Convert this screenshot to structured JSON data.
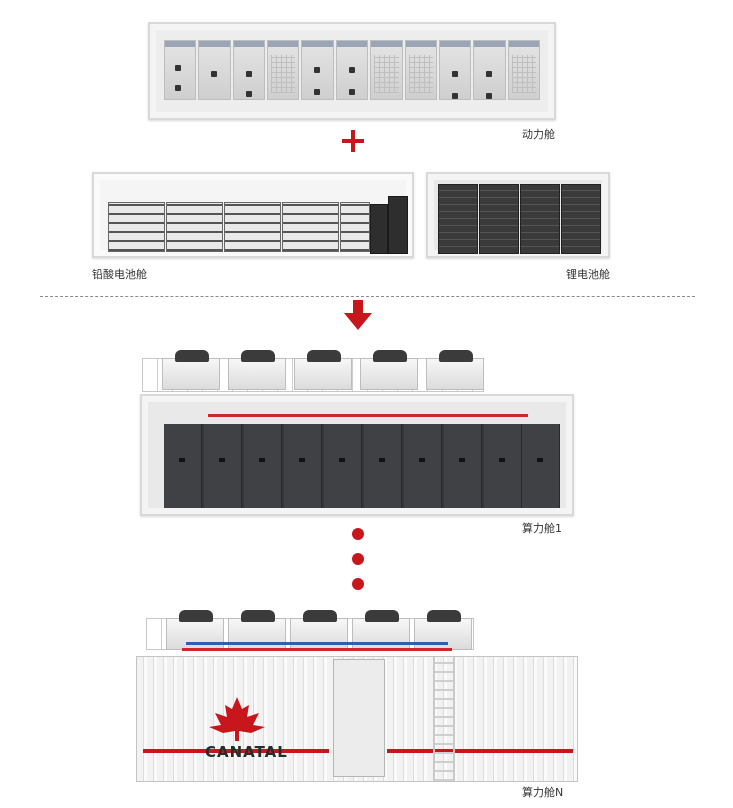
{
  "labels": {
    "power_cabin": "动力舱",
    "lead_acid_cabin": "铅酸电池舱",
    "lithium_cabin": "锂电池舱",
    "compute_cabin_1": "算力舱1",
    "compute_cabin_n": "算力舱N"
  },
  "symbols": {
    "plus": "+",
    "arrow": "down-arrow-icon",
    "ellipsis": "vertical-dots"
  },
  "brand": {
    "name": "CANATAL",
    "logo": "maple-leaf-icon"
  },
  "colors": {
    "accent_red": "#c8161d",
    "divider_gray": "#8a8a8a"
  }
}
